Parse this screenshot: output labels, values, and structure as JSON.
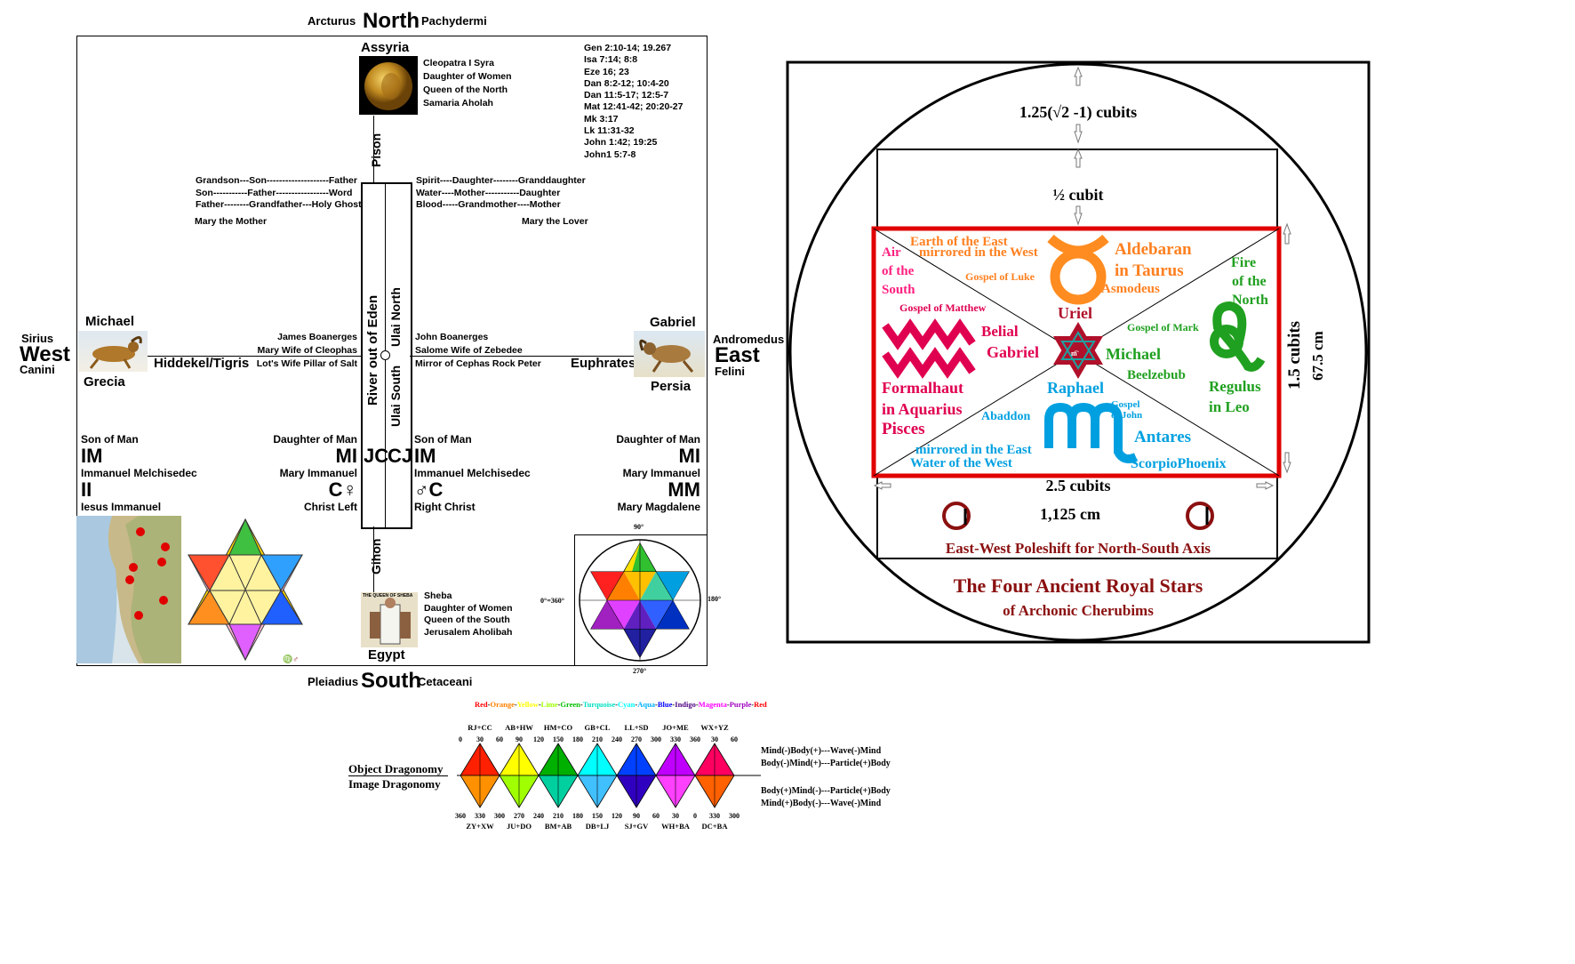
{
  "compass": {
    "north": {
      "left": "Arcturus",
      "label": "North",
      "right": "Pachydermi"
    },
    "south": {
      "left": "Pleiadius",
      "label": "South",
      "right": "Cetaceani"
    },
    "west": {
      "top": "Sirius",
      "label": "West",
      "bottom": "Canini"
    },
    "east": {
      "top": "Andromedus",
      "label": "East",
      "bottom": "Felini"
    }
  },
  "places": {
    "assyria": "Assyria",
    "egypt": "Egypt",
    "grecia": "Grecia",
    "persia": "Persia"
  },
  "angels": {
    "michael": "Michael",
    "gabriel": "Gabriel"
  },
  "rivers": {
    "pison": "Pison",
    "gihon": "Gihon",
    "hiddekel": "Hiddekel/Tigris",
    "euphrates": "Euphrates",
    "eden": "River out of Eden",
    "ulai_north": "Ulai North",
    "ulai_south": "Ulai South"
  },
  "assyria_notes": [
    "Cleopatra I Syra",
    "Daughter of Women",
    "Queen of the North",
    "Samaria Aholah"
  ],
  "sheba_notes": [
    "Sheba",
    "Daughter of Women",
    "Queen of the South",
    "Jerusalem Aholibah"
  ],
  "sheba_img_caption": "THE QUEEN OF SHEBA",
  "refs": [
    "Gen 2:10-14; 19.267",
    "Isa 7:14; 8:8",
    "Eze 16; 23",
    "Dan 8:2-12; 10:4-20",
    "Dan 11:5-17; 12:5-7",
    "Mat 12:41-42; 20:20-27",
    "Mk 3:17",
    "Lk 11:31-32",
    "John 1:42; 19:25",
    "John1 5:7-8"
  ],
  "left_lineage": [
    "Grandson---Son--------------------Father",
    "Son-----------Father-----------------Word",
    "Father--------Grandfather---Holy Ghost"
  ],
  "mary_mother": "Mary the Mother",
  "right_lineage": [
    "Spirit----Daughter--------Granddaughter",
    "Water----Mother-----------Daughter",
    "Blood-----Grandmother----Mother"
  ],
  "mary_lover": "Mary the Lover",
  "west_mid": [
    "James Boanerges",
    "Mary Wife of Cleophas",
    "Lot's Wife Pillar of Salt"
  ],
  "east_mid": [
    "John Boanerges",
    "Salome Wife of Zebedee",
    "Mirror of Cephas Rock Peter"
  ],
  "quadrants": {
    "sw1": {
      "title": "Son of Man",
      "code": "IM",
      "name": "Immanuel Melchisedec",
      "code2": "II",
      "name2": "Iesus Immanuel"
    },
    "sw2": {
      "title": "Daughter of Man",
      "code": "MI",
      "name": "Mary Immanuel",
      "code2": "C♀",
      "name2": "Christ Left"
    },
    "se1": {
      "title": "Son of Man",
      "code": "IM",
      "name": "Immanuel Melchisedec",
      "code2": "♂C",
      "name2": "Right Christ"
    },
    "se2": {
      "title": "Daughter of Man",
      "code": "MI",
      "name": "Mary Immanuel",
      "code2": "MM",
      "name2": "Mary Magdalene"
    }
  },
  "center_codes": {
    "left": "JC",
    "right": "CJ"
  },
  "small_glyph": "♍♂",
  "wheel": {
    "top": "90°",
    "right": "180°",
    "bottom": "270°",
    "left": "0°=360°"
  },
  "spectrum": {
    "words": [
      "Red",
      "Orange",
      "Yellow",
      "Lime",
      "Green",
      "Turquoise",
      "Cyan",
      "Aqua",
      "Blue",
      "Indigo",
      "Magenta",
      "Purple",
      "Red"
    ],
    "colors": [
      "#ff0000",
      "#ff8000",
      "#ffff00",
      "#a0ff00",
      "#00c000",
      "#00e0c0",
      "#00ffff",
      "#00b0ff",
      "#0000ff",
      "#4b0082",
      "#ff00ff",
      "#a000c0",
      "#ff0000"
    ]
  },
  "dragonomy": {
    "top_pairs": [
      "RJ+CC",
      "AB+HW",
      "HM+CO",
      "GB+CL",
      "LL+SD",
      "JO+ME",
      "WX+YZ"
    ],
    "top_nums": [
      "0",
      "30",
      "60",
      "90",
      "120",
      "150",
      "180",
      "210",
      "240",
      "270",
      "300",
      "330",
      "360",
      "30",
      "60"
    ],
    "bottom_nums": [
      "360",
      "330",
      "300",
      "270",
      "240",
      "210",
      "180",
      "150",
      "120",
      "90",
      "60",
      "30",
      "0",
      "330",
      "300"
    ],
    "bottom_pairs": [
      "ZY+XW",
      "JU+DO",
      "BM+AB",
      "DB+LJ",
      "SJ+GV",
      "WH+BA",
      "DC+BA"
    ],
    "object_label": "Object Dragonomy",
    "image_label": "Image Dragonomy",
    "right_top": [
      "Mind(-)Body(+)---Wave(-)Mind",
      "Body(-)Mind(+)---Particle(+)Body"
    ],
    "right_bottom": [
      "Body(+)Mind(-)---Particle(+)Body",
      "Mind(+)Body(-)---Wave(-)Mind"
    ],
    "diamond_colors": [
      [
        "#ff2000",
        "#ff9000"
      ],
      [
        "#ffff00",
        "#a0ff00"
      ],
      [
        "#00b000",
        "#00d0a0"
      ],
      [
        "#00ffff",
        "#40c0ff"
      ],
      [
        "#0040ff",
        "#3000c0"
      ],
      [
        "#c000ff",
        "#ff40ff"
      ],
      [
        "#ff0060",
        "#ff6000"
      ]
    ]
  },
  "cherub": {
    "top_measure": "1.25(√2 -1) cubits",
    "half_cubit": "½ cubit",
    "side_measure": "1.5 cubits",
    "side_cm": "67.5 cm",
    "bottom_measure": "2.5 cubits",
    "bottom_cm": "1,125 cm",
    "poleshift": "East-West Poleshift for North-South Axis",
    "title": "The Four Ancient Royal Stars",
    "subtitle": "of Archonic Cherubims",
    "earth1": "Earth of the East",
    "earth2": "mirrored in the West",
    "air": [
      "Air",
      "of the",
      "South"
    ],
    "aldebaran": [
      "Aldebaran",
      "in Taurus"
    ],
    "asmodeus": "Asmodeus",
    "fire": [
      "Fire",
      "of the",
      "North"
    ],
    "gospel_luke": "Gospel of Luke",
    "gospel_matthew": "Gospel of Matthew",
    "gospel_mark": "Gospel of Mark",
    "gospel_john": [
      "Gospel",
      "of John"
    ],
    "uriel": "Uriel",
    "belial": "Belial",
    "gabriel": "Gabriel",
    "michael": "Michael",
    "beelzebub": "Beelzebub",
    "raphael": "Raphael",
    "abaddon": "Abaddon",
    "formalhaut": [
      "Formalhaut",
      "in Aquarius",
      "Pisces"
    ],
    "regulus": [
      "Regulus",
      "in Leo"
    ],
    "antares": [
      "Antares",
      "ScorpioPhoenix"
    ],
    "water1": "mirrored in the East",
    "water2": "Water of the West",
    "star_glyph": "m͡"
  }
}
